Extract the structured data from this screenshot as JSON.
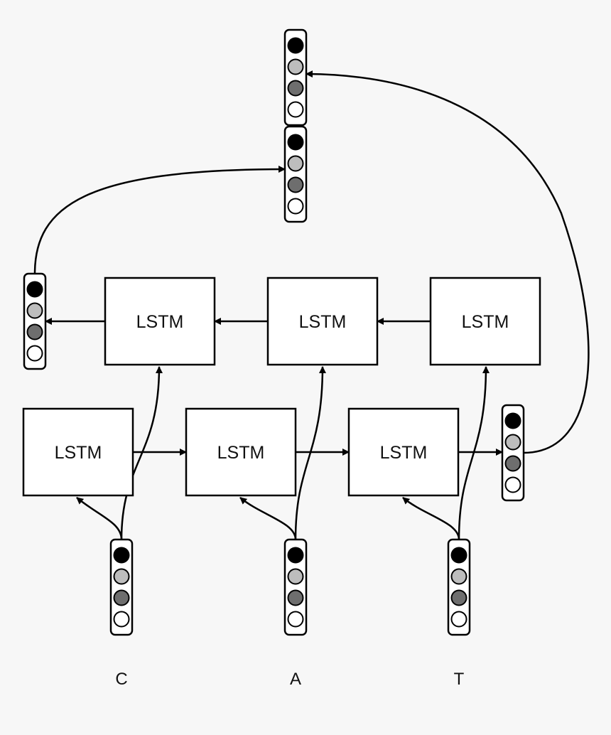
{
  "colors": {
    "background": "#f7f7f7",
    "line": "#000000",
    "box_fill": "#ffffff",
    "cells": [
      "#000000",
      "#bdbdbd",
      "#6e6e6e",
      "#ffffff"
    ]
  },
  "forward_row": {
    "cells": [
      {
        "id": "fwd-0",
        "label": "LSTM"
      },
      {
        "id": "fwd-1",
        "label": "LSTM"
      },
      {
        "id": "fwd-2",
        "label": "LSTM"
      }
    ]
  },
  "backward_row": {
    "cells": [
      {
        "id": "bwd-0",
        "label": "LSTM"
      },
      {
        "id": "bwd-1",
        "label": "LSTM"
      },
      {
        "id": "bwd-2",
        "label": "LSTM"
      }
    ]
  },
  "inputs": [
    {
      "id": "input-c",
      "letter": "C"
    },
    {
      "id": "input-a",
      "letter": "A"
    },
    {
      "id": "input-t",
      "letter": "T"
    }
  ],
  "vectors": [
    {
      "id": "input-vector-c",
      "role": "input"
    },
    {
      "id": "input-vector-a",
      "role": "input"
    },
    {
      "id": "input-vector-t",
      "role": "input"
    },
    {
      "id": "forward-final-vector",
      "role": "forward-output"
    },
    {
      "id": "backward-final-vector",
      "role": "backward-output"
    },
    {
      "id": "concat-upper-vector",
      "role": "concat"
    },
    {
      "id": "concat-lower-vector",
      "role": "concat"
    }
  ],
  "edges": [
    {
      "from": "fwd-0",
      "to": "fwd-1"
    },
    {
      "from": "fwd-1",
      "to": "fwd-2"
    },
    {
      "from": "fwd-2",
      "to": "forward-final-vector"
    },
    {
      "from": "bwd-2",
      "to": "bwd-1"
    },
    {
      "from": "bwd-1",
      "to": "bwd-0"
    },
    {
      "from": "bwd-0",
      "to": "backward-final-vector"
    },
    {
      "from": "input-vector-c",
      "to": "fwd-0"
    },
    {
      "from": "input-vector-c",
      "to": "bwd-0"
    },
    {
      "from": "input-vector-a",
      "to": "fwd-1"
    },
    {
      "from": "input-vector-a",
      "to": "bwd-1"
    },
    {
      "from": "input-vector-t",
      "to": "fwd-2"
    },
    {
      "from": "input-vector-t",
      "to": "bwd-2"
    },
    {
      "from": "backward-final-vector",
      "to": "concat-lower-vector"
    },
    {
      "from": "forward-final-vector",
      "to": "concat-upper-vector"
    }
  ]
}
